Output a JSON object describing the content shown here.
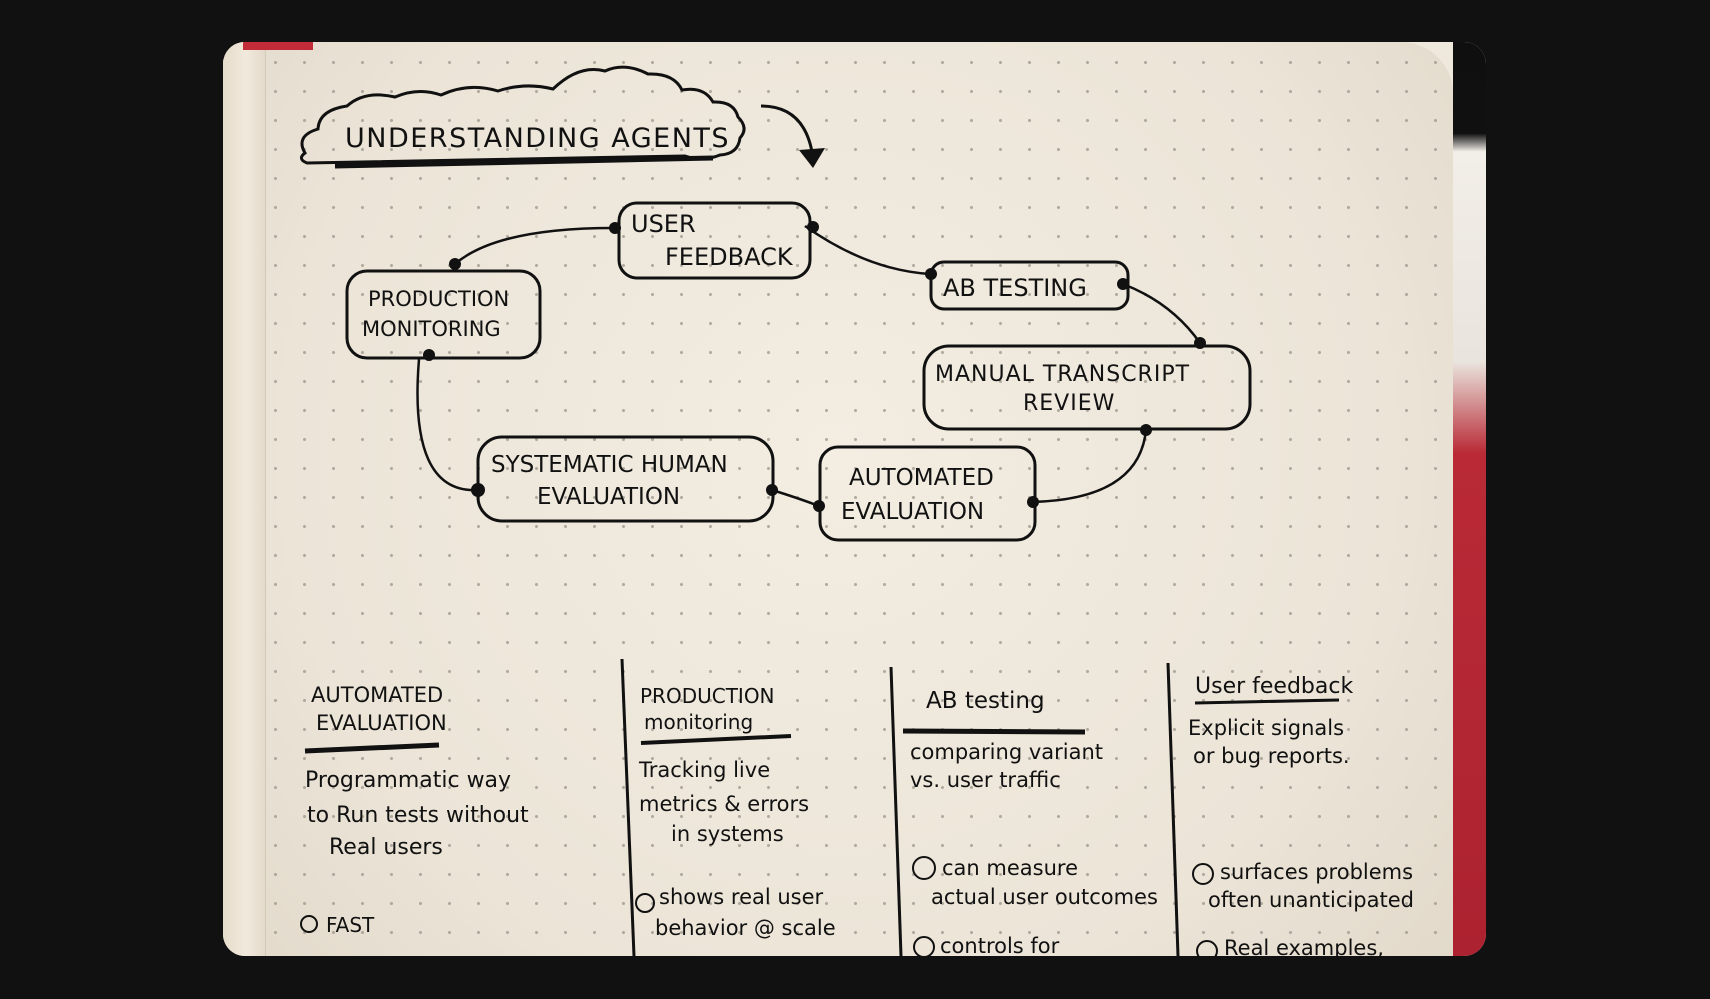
{
  "title": "UNDERSTANDING AGENTS",
  "cycle": {
    "user_feedback_1": "USER",
    "user_feedback_2": "FEEDBACK",
    "ab_testing": "AB TESTING",
    "manual_review_1": "MANUAL TRANSCRIPT",
    "manual_review_2": "REVIEW",
    "automated_eval_1": "AUTOMATED",
    "automated_eval_2": "EVALUATION",
    "systematic_human_1": "SYSTEMATIC HUMAN",
    "systematic_human_2": "EVALUATION",
    "production_monitoring_1": "PRODUCTION",
    "production_monitoring_2": "MONITORING"
  },
  "columns": [
    {
      "heading_1": "AUTOMATED",
      "heading_2": "EVALUATION",
      "body_1": "Programmatic way",
      "body_2": "to Run tests without",
      "body_3": "Real users",
      "pro_1": "FAST"
    },
    {
      "heading_1": "PRODUCTION",
      "heading_2": "monitoring",
      "body_1": "Tracking live",
      "body_2": "metrics & errors",
      "body_3": "in systems",
      "pro_1": "shows real user",
      "pro_2": "behavior @ scale"
    },
    {
      "heading_1": "AB testing",
      "body_1": "comparing variant",
      "body_2": "vs. user traffic",
      "pro_1": "can measure",
      "pro_2": "actual user outcomes",
      "pro_3": "controls for"
    },
    {
      "heading_1": "User feedback",
      "body_1": "Explicit signals",
      "body_2": "or bug reports.",
      "pro_1": "surfaces problems",
      "pro_2": "often unanticipated",
      "pro_3": "Real examples,"
    }
  ]
}
